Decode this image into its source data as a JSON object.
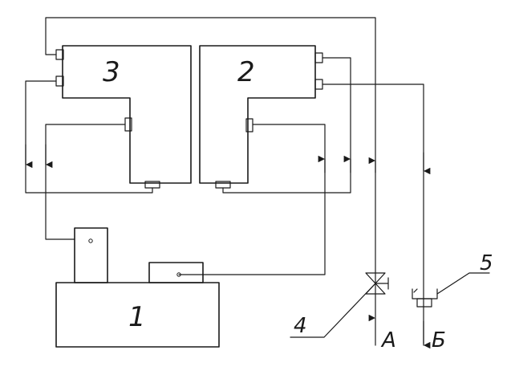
{
  "diagram": {
    "labels": {
      "unit_1": "1",
      "unit_2": "2",
      "unit_3": "3",
      "valve_4": "4",
      "device_5": "5",
      "flow_in": "А",
      "flow_out": "Б"
    },
    "ink_color": "#1a1a1a",
    "background_color": "#ffffff"
  }
}
